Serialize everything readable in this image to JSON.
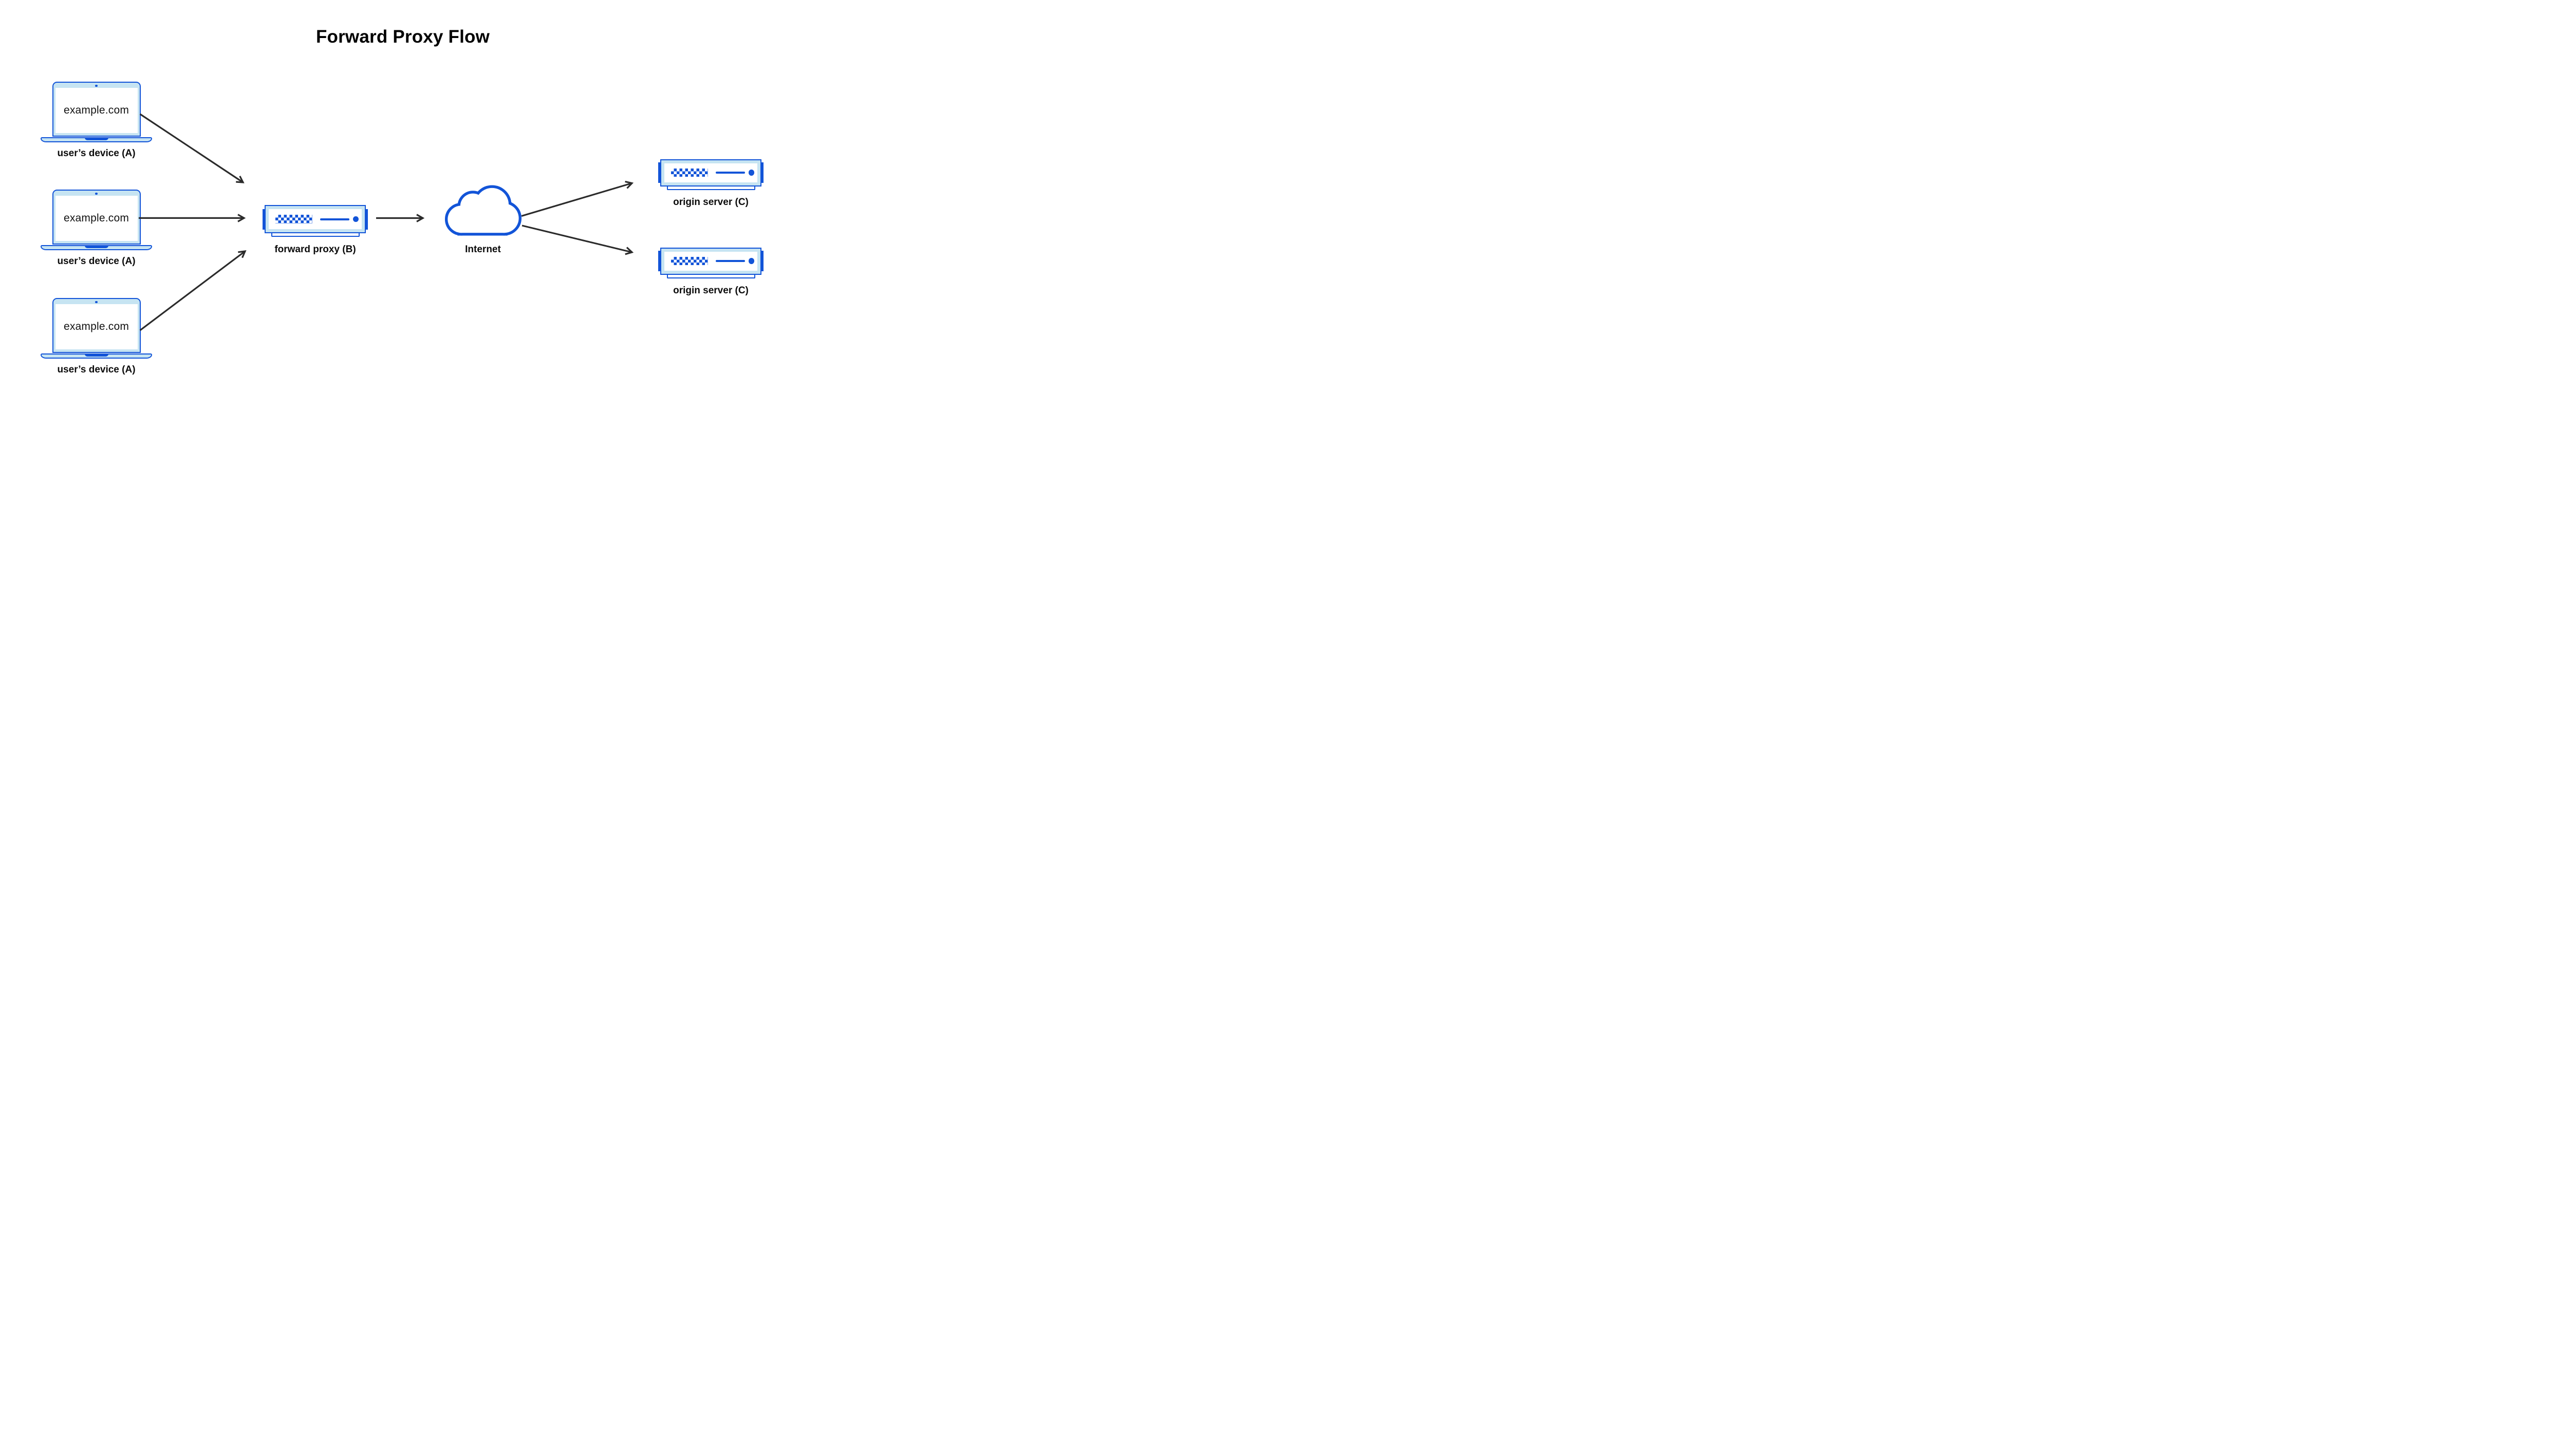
{
  "title": "Forward Proxy Flow",
  "colors": {
    "blue": "#1254D8",
    "light_blue": "#C6E4F2",
    "arrow": "#2B2B2B",
    "text": "#0B0B0B"
  },
  "nodes": {
    "device1": {
      "label": "user’s device (A)",
      "screen_text": "example.com"
    },
    "device2": {
      "label": "user’s device (A)",
      "screen_text": "example.com"
    },
    "device3": {
      "label": "user’s device (A)",
      "screen_text": "example.com"
    },
    "proxy": {
      "label": "forward proxy (B)"
    },
    "internet": {
      "label": "Internet"
    },
    "origin1": {
      "label": "origin server (C)"
    },
    "origin2": {
      "label": "origin server (C)"
    }
  },
  "edges": [
    {
      "from": "user’s device (A) #1",
      "to": "forward proxy (B)"
    },
    {
      "from": "user’s device (A) #2",
      "to": "forward proxy (B)"
    },
    {
      "from": "user’s device (A) #3",
      "to": "forward proxy (B)"
    },
    {
      "from": "forward proxy (B)",
      "to": "Internet"
    },
    {
      "from": "Internet",
      "to": "origin server (C) #1"
    },
    {
      "from": "Internet",
      "to": "origin server (C) #2"
    }
  ]
}
